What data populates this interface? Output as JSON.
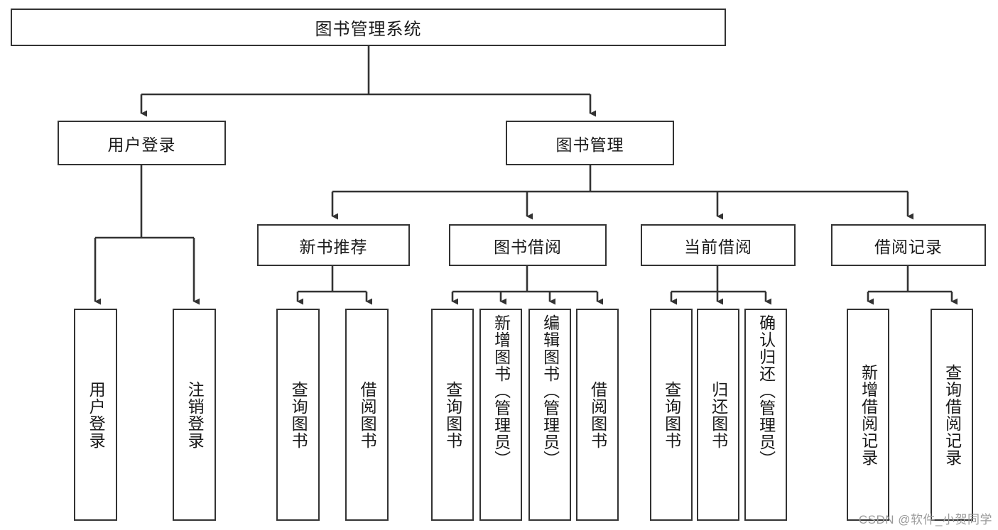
{
  "diagram": {
    "title": "图书管理系统",
    "type": "hierarchy-tree",
    "root": {
      "label": "图书管理系统"
    },
    "level2": [
      {
        "label": "用户登录"
      },
      {
        "label": "图书管理"
      }
    ],
    "level3": [
      {
        "label": "新书推荐"
      },
      {
        "label": "图书借阅"
      },
      {
        "label": "当前借阅"
      },
      {
        "label": "借阅记录"
      }
    ],
    "leaves": {
      "user_login": [
        {
          "label": "用户登录"
        },
        {
          "label": "注销登录"
        }
      ],
      "new_book_recommend": [
        {
          "label": "查询图书"
        },
        {
          "label": "借阅图书"
        }
      ],
      "book_borrow": [
        {
          "label": "查询图书"
        },
        {
          "label": "新增图书（管理员）"
        },
        {
          "label": "编辑图书（管理员）"
        },
        {
          "label": "借阅图书"
        }
      ],
      "current_borrow": [
        {
          "label": "查询图书"
        },
        {
          "label": "归还图书"
        },
        {
          "label": "确认归还（管理员）"
        }
      ],
      "borrow_records": [
        {
          "label": "新增借阅记录"
        },
        {
          "label": "查询借阅记录"
        }
      ]
    }
  },
  "watermark": {
    "text": "CSDN @软件_小贺同学"
  },
  "colors": {
    "border": "#333333",
    "text": "#1a1a1a",
    "background": "#ffffff",
    "watermark": "#9a9a9a"
  }
}
